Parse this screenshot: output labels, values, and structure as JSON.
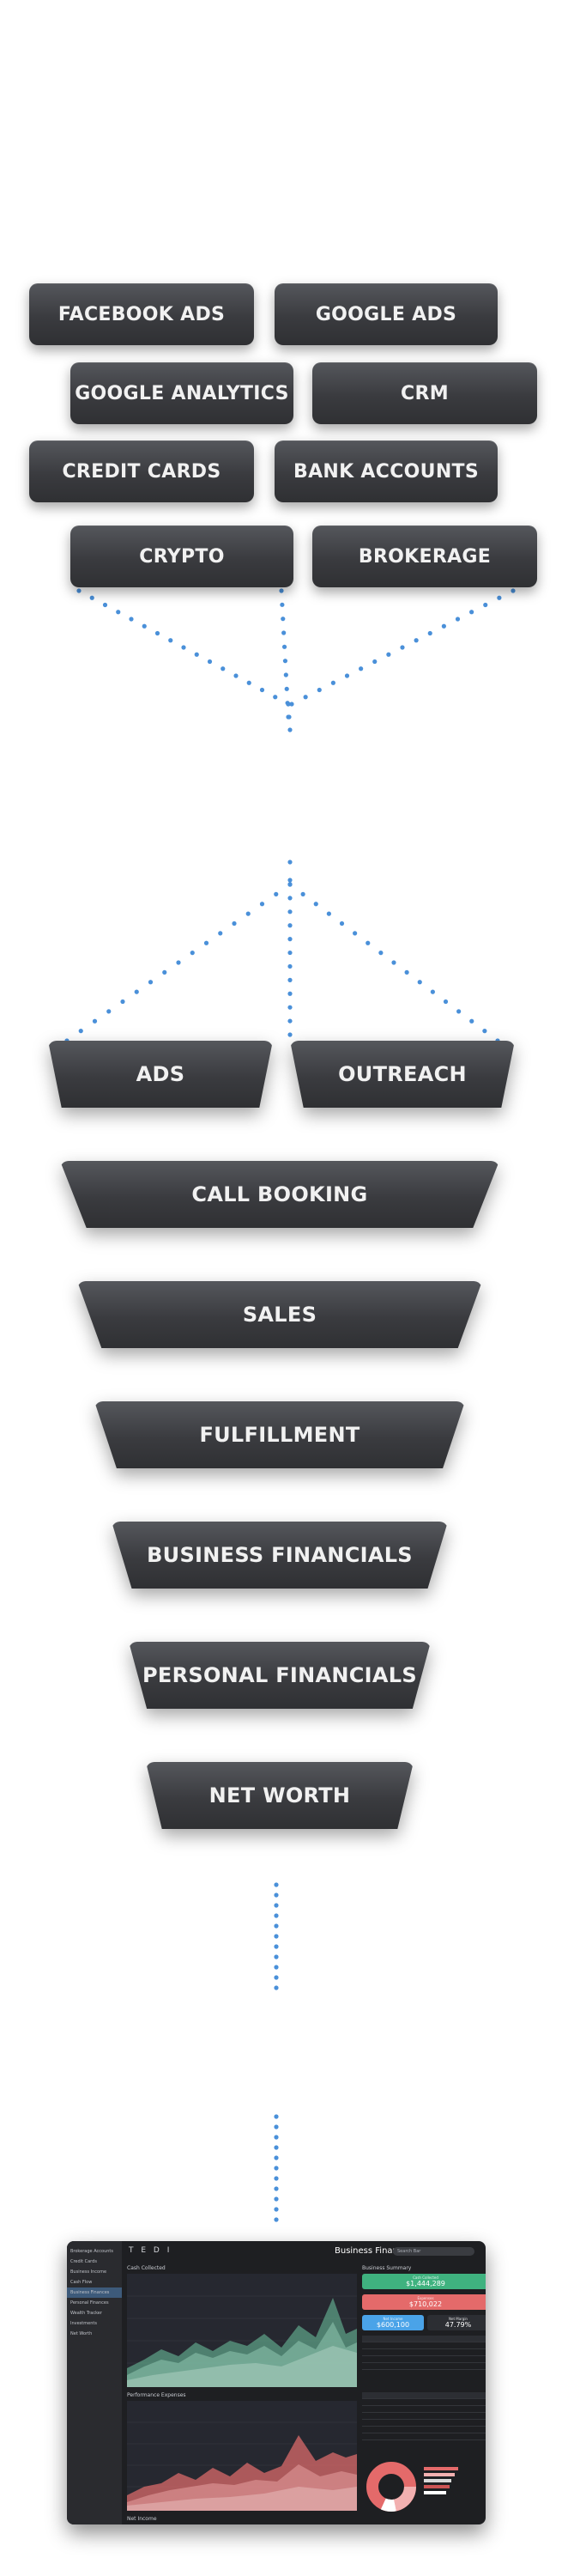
{
  "sources": {
    "facebook_ads": "FACEBOOK ADS",
    "google_ads": "GOOGLE ADS",
    "google_analytics": "GOOGLE ANALYTICS",
    "crm": "CRM",
    "credit_cards": "CREDIT CARDS",
    "bank_accounts": "BANK ACCOUNTS",
    "crypto": "CRYPTO",
    "brokerage": "BROKERAGE"
  },
  "funnel": {
    "ads": "ADS",
    "outreach": "OUTREACH",
    "call_booking": "CALL BOOKING",
    "sales": "SALES",
    "fulfillment": "FULFILLMENT",
    "business_financials": "BUSINESS FINANCIALS",
    "personal_financials": "PERSONAL FINANCIALS",
    "net_worth": "NET WORTH"
  },
  "colors": {
    "connector_dots": "#4a90d9",
    "button_top": "#55575c",
    "button_bottom": "#2f3033"
  },
  "dashboard": {
    "logo": "T E D I",
    "title": "Business Finances",
    "search": "Search Bar",
    "sidebar": [
      "Brokerage Accounts",
      "Credit Cards",
      "Business Income",
      "Cash Flow",
      "Business Finances",
      "Personal Finances",
      "Wealth Tracker",
      "Investments",
      "Net Worth"
    ],
    "active_index": 4,
    "panel_cash": "Cash Collected",
    "panel_perf": "Performance Expenses",
    "panel_summary": "Business Summary",
    "summary_boxes": [
      {
        "label": "Cash Collected",
        "value": "$1,444,289",
        "color": "#3fb27f"
      },
      {
        "label": "Expenses",
        "value": "$710,022",
        "color": "#e46a6a"
      },
      {
        "label": "Net Income",
        "value": "$600,100",
        "color": "#4aa3e8"
      },
      {
        "label": "Net Margin",
        "value": "47.79%",
        "color": "#2c2e33"
      }
    ],
    "net_income_label": "Net Income"
  }
}
